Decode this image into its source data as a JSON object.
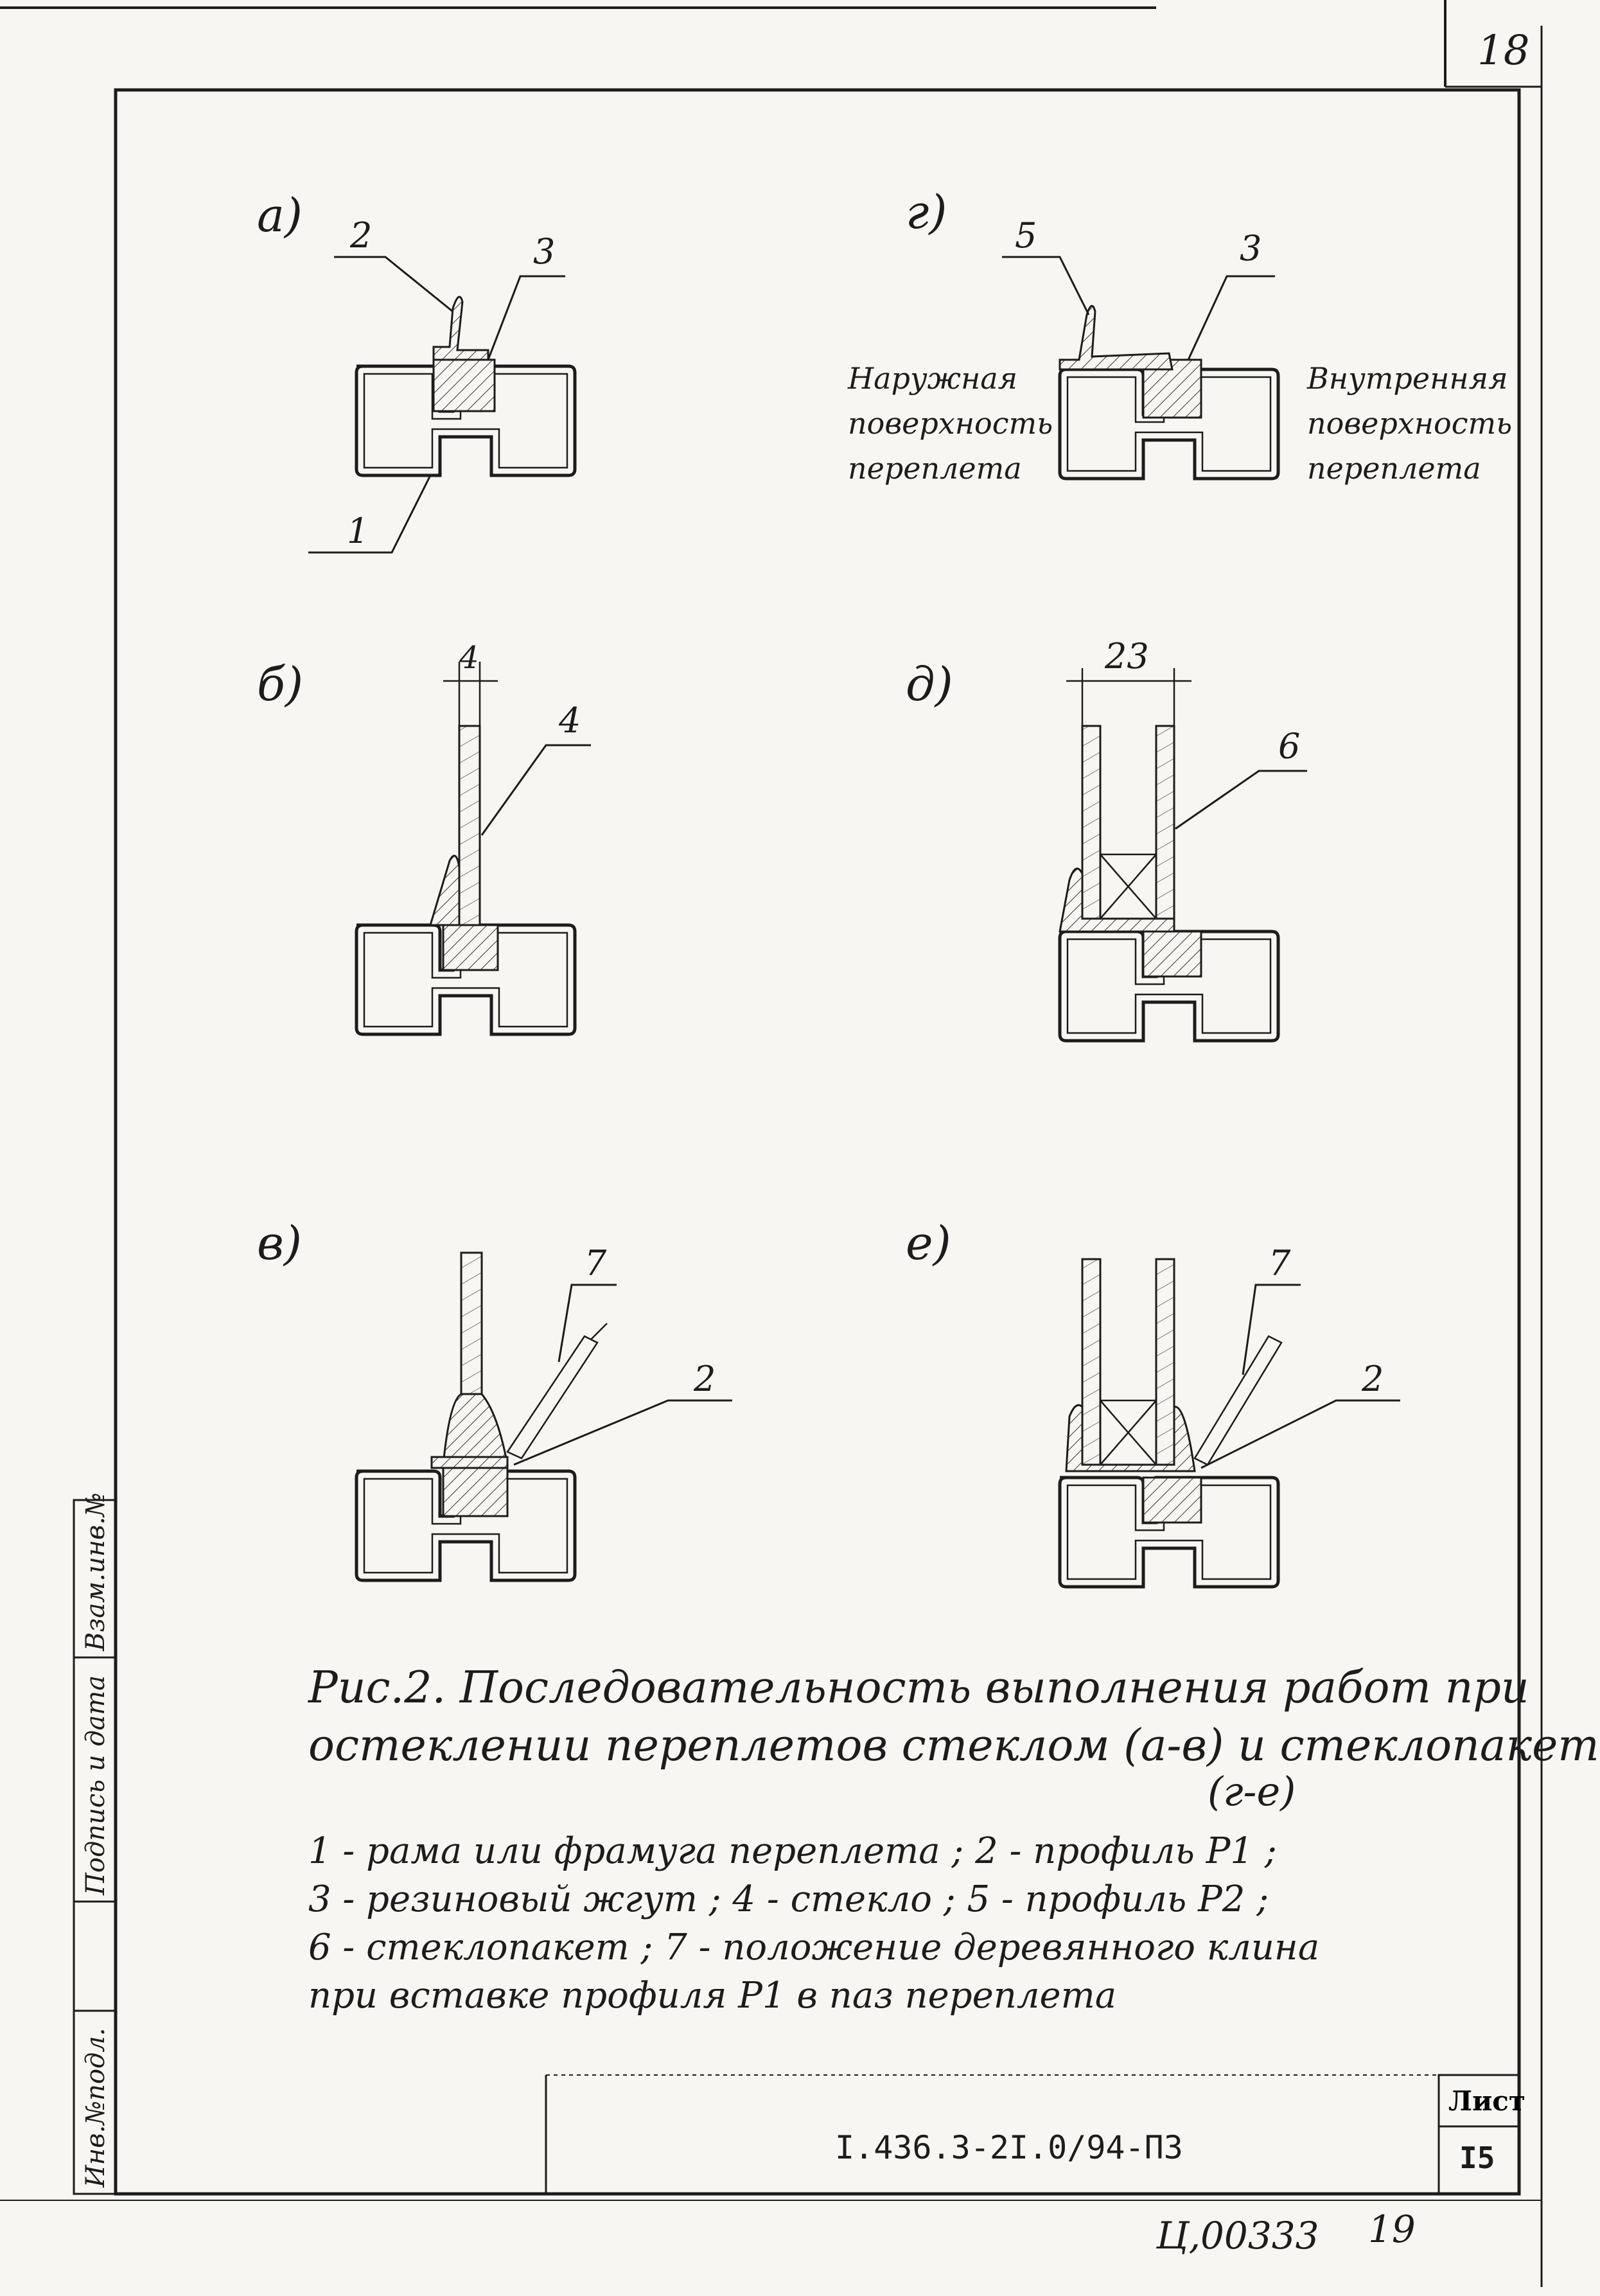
{
  "page": {
    "top_corner_number": "18",
    "title_block": {
      "doc_code": "I.436.3-2I.0/94-ПЗ",
      "sheet_label": "Лист",
      "sheet_number": "I5",
      "archive_code": "Ц,00333",
      "archive_page": "19"
    },
    "side_stamp": {
      "inv_no": "Инв.№подл.",
      "sign_date": "Подпись и дата",
      "replace_inv": "Взам.инв.№"
    }
  },
  "panels": {
    "a": {
      "letter": "а)",
      "callouts": [
        "2",
        "3",
        "1"
      ]
    },
    "g": {
      "letter": "г)",
      "callouts": [
        "5",
        "3"
      ],
      "outer_label": [
        "Наружная",
        "поверхность",
        "переплета"
      ],
      "inner_label": [
        "Внутренняя",
        "поверхность",
        "переплета"
      ]
    },
    "b": {
      "letter": "б)",
      "dimension": "4",
      "callouts": [
        "4"
      ]
    },
    "d": {
      "letter": "д)",
      "dimension": "23",
      "callouts": [
        "6"
      ]
    },
    "v": {
      "letter": "в)",
      "callouts": [
        "7",
        "2"
      ]
    },
    "e": {
      "letter": "е)",
      "callouts": [
        "7",
        "2"
      ]
    }
  },
  "caption": {
    "title_line1": "Рис.2. Последовательность выполнения работ при",
    "title_line2": "остеклении переплетов стеклом (а-в) и стеклопакетами",
    "title_line3": "(г-е)",
    "legend": [
      "1 - рама или фрамуга переплета ; 2 - профиль Р1 ;",
      "3 - резиновый жгут ; 4 - стекло ; 5 - профиль Р2 ;",
      "6 - стеклопакет ; 7 - положение деревянного клина",
      "при вставке профиля Р1 в паз переплета"
    ]
  }
}
